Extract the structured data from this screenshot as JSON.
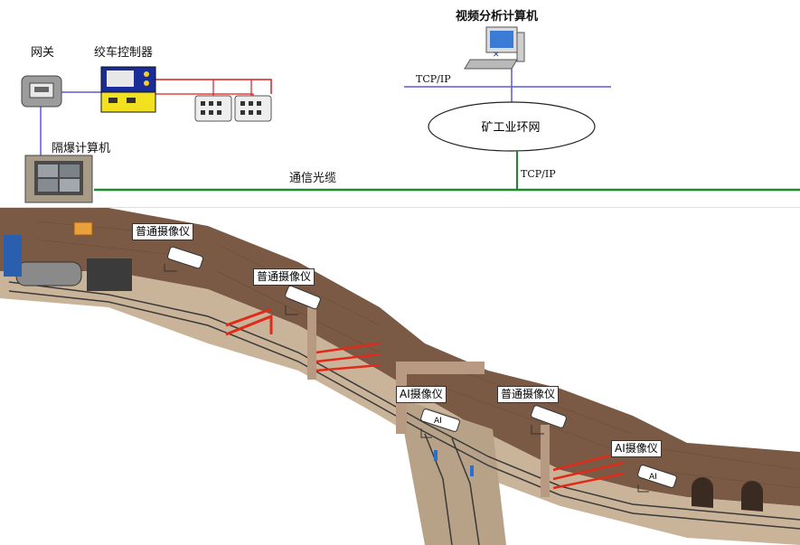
{
  "network": {
    "analysis_pc_label": "视频分析计算机",
    "gateway_label": "网关",
    "winch_controller_label": "绞车控制器",
    "explosion_proof_pc_label": "隔爆计算机",
    "ring_network_label": "矿工业环网",
    "tcpip_top_label": "TCP/IP",
    "tcpip_bottom_label": "TCP/IP",
    "cable_label": "通信光缆"
  },
  "cameras": [
    {
      "label": "普通摄像仪"
    },
    {
      "label": "普通摄像仪"
    },
    {
      "label": "AI摄像仪"
    },
    {
      "label": "普通摄像仪"
    },
    {
      "label": "AI摄像仪"
    }
  ],
  "camera_body_labels": [
    "AI",
    "AI"
  ],
  "colors": {
    "lan_line": "#5b5bd6",
    "fiber_line": "#1e8a2a",
    "control_line": "#e01b1b",
    "tunnel_wall": "#7a5a44",
    "tunnel_floor": "#c9b49a",
    "barrier": "#e02a1a"
  }
}
